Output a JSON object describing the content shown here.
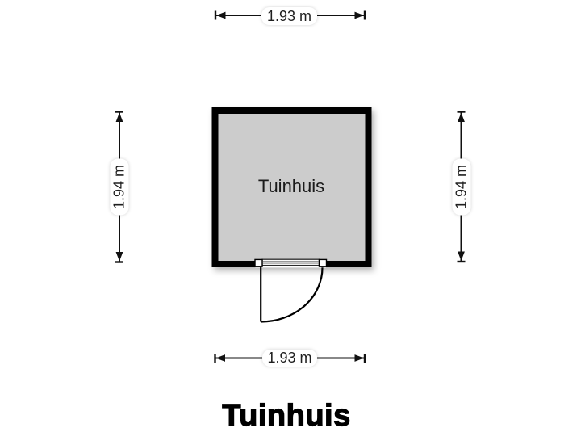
{
  "floorplan": {
    "title": "Tuinhuis",
    "room": {
      "label": "Tuinhuis",
      "fill_color": "#cccccc",
      "wall_color": "#000000"
    },
    "dimensions": {
      "top": "1.93 m",
      "bottom": "1.93 m",
      "left": "1.94 m",
      "right": "1.94 m"
    },
    "colors": {
      "background": "#ffffff",
      "label_background": "#ffffff",
      "text": "#1f1f1f",
      "line": "#111111"
    }
  }
}
